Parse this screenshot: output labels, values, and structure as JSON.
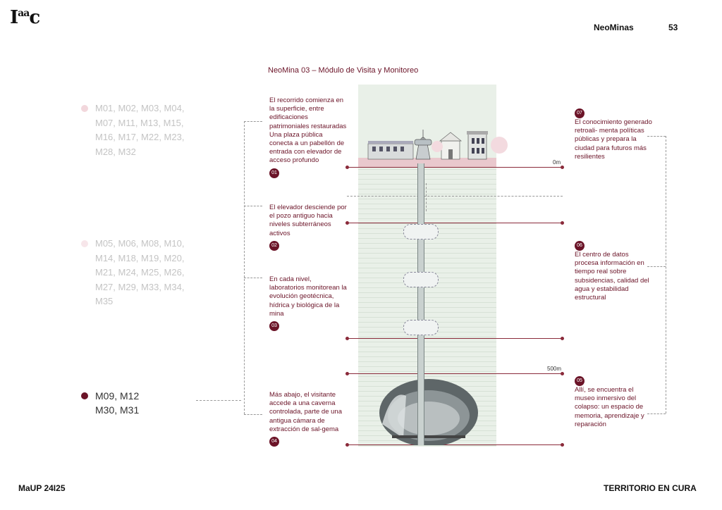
{
  "header": {
    "logo_main": "I",
    "logo_sup": "aa",
    "logo_end": "c",
    "section": "NeoMinas",
    "page_number": "53"
  },
  "footer": {
    "left": "MaUP 24I25",
    "right": "TERRITORIO EN CURA"
  },
  "diagram": {
    "title": "NeoMina 03 – Módulo de Visita y Monitoreo",
    "groups": [
      {
        "color": "#f2d7dc",
        "text": "M01,  M02,  M03,  M04,\nM07,  M11,  M13,  M15,\nM16,  M17,  M22,  M23,\nM28, M32"
      },
      {
        "color": "#f7e6ea",
        "text": "M05,  M06,  M08,  M10,\nM14,  M18,  M19,  M20,\nM21,  M24,  M25,  M26,\nM27,  M29,  M33,  M34,\nM35"
      },
      {
        "color": "#6b1428",
        "text": "M09, M12\nM30, M31"
      }
    ],
    "steps": [
      {
        "num": "01",
        "text": "El recorrido comienza en la superficie, entre edificaciones patrimoniales restauradas Una plaza pública conecta a un pabellón de entrada con elevador de acceso profundo"
      },
      {
        "num": "02",
        "text": "El elevador desciende por el pozo antiguo hacia niveles subterráneos activos"
      },
      {
        "num": "03",
        "text": "En cada nivel, laboratorios monitorean la evolución geotécnica, hídrica y biológica de la mina"
      },
      {
        "num": "04",
        "text": "Más abajo, el visitante accede a una caverna controlada, parte de una antigua cámara de extracción de sal-gema"
      },
      {
        "num": "05",
        "text": "Allí, se encuentra el museo inmersivo del colapso: un espacio de memoria, aprendizaje y reparación"
      },
      {
        "num": "06",
        "text": "El centro de datos procesa información en tiempo real sobre subsidencias, calidad del agua y estabilidad estructural"
      },
      {
        "num": "07",
        "text": "El conocimiento generado retroali- menta políticas públicas y prepara la ciudad para futuros más resilientes"
      }
    ],
    "depth_labels": {
      "surface": "0m",
      "deep": "500m"
    }
  }
}
